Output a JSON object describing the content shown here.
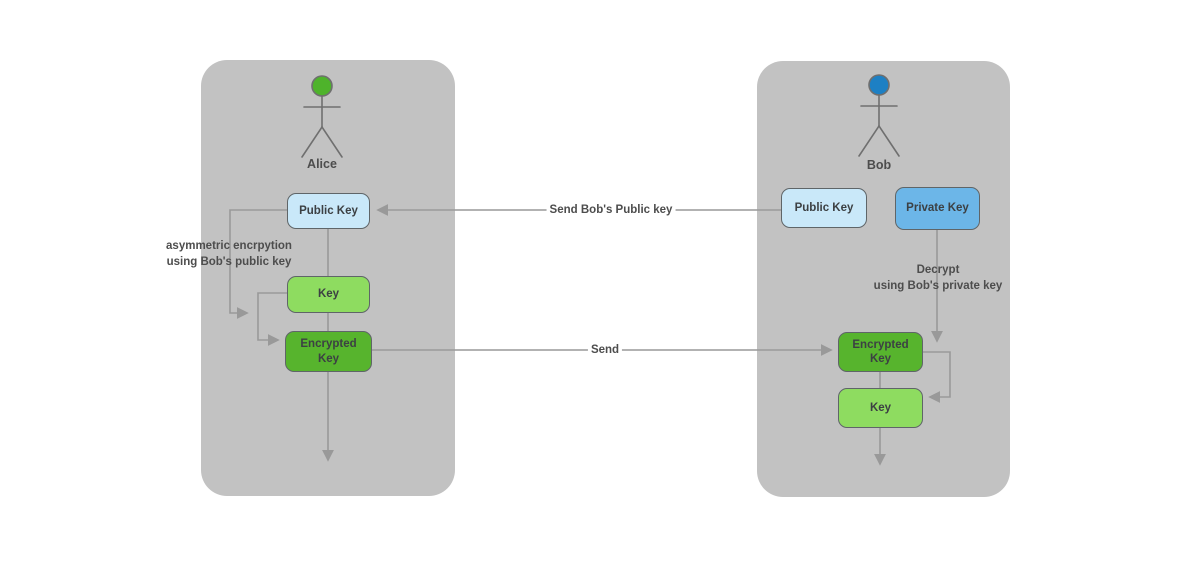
{
  "colors": {
    "page-bg": "#ffffff",
    "container-fill": "#c2c2c2",
    "public-key-fill": "#c9e8f9",
    "private-key-fill": "#6cb6e8",
    "key-fill": "#8edc60",
    "encrypted-key-fill": "#57b42d",
    "alice-head": "#4eb32b",
    "bob-head": "#1d80c4",
    "line-color": "#999999",
    "node-border": "#5f6568",
    "node-text": "#3c4043",
    "actor-stroke": "#6f6f6f",
    "text-color": "#4d4d4d"
  },
  "alice_lane": {
    "actor_label": "Alice",
    "nodes": {
      "public_key": "Public Key",
      "key": "Key",
      "encrypted_key": "Encrypted Key"
    },
    "annotation_line1": "asymmetric encrpytion",
    "annotation_line2": "using Bob's public key"
  },
  "bob_lane": {
    "actor_label": "Bob",
    "nodes": {
      "public_key": "Public Key",
      "private_key": "Private Key",
      "encrypted_key": "Encrypted Key",
      "key": "Key"
    },
    "annotation_line1": "Decrypt",
    "annotation_line2": "using Bob's private key"
  },
  "edges": {
    "send_public_key": "Send Bob's Public key",
    "send": "Send"
  }
}
